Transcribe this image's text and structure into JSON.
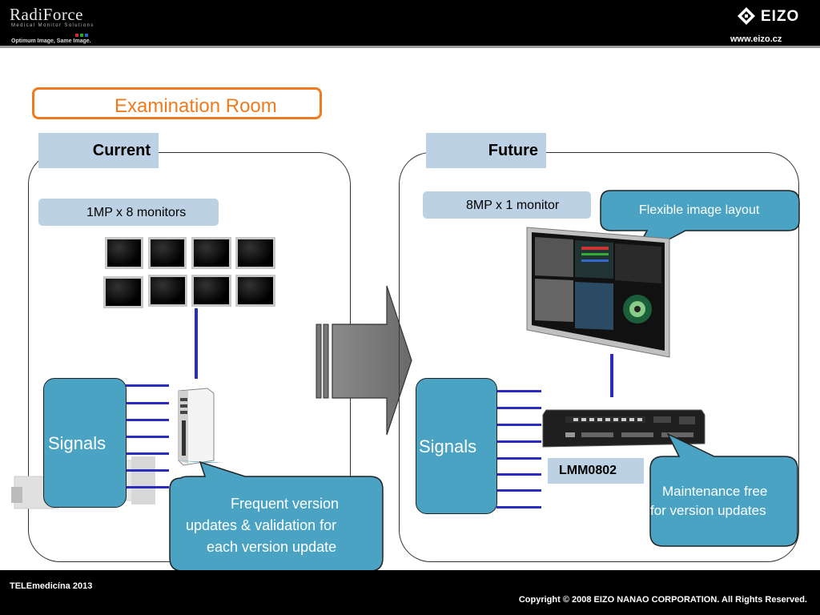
{
  "header": {
    "brand": "RadiForce",
    "brand_subtitle": "Medical Monitor Solutions",
    "tagline": "Optimum Image, Same Image.",
    "company_logo": "EIZO",
    "website": "www.eizo.cz"
  },
  "main": {
    "title": "Examination Room",
    "current": {
      "tab_label": "Current",
      "monitor_label": "1MP x 8 monitors",
      "signals_label": "Signals",
      "callout": [
        "Frequent version",
        "updates & validation for",
        "each version update"
      ]
    },
    "future": {
      "tab_label": "Future",
      "monitor_label": "8MP x 1 monitor",
      "flex_callout": "Flexible image layout",
      "signals_label": "Signals",
      "device_label": "LMM0802",
      "maintenance_callout": [
        "Maintenance free",
        "for version updates"
      ]
    }
  },
  "footer": {
    "left": "TELEmedicína 2013",
    "right": "Copyright © 2008 EIZO NANAO CORPORATION. All Rights Reserved."
  },
  "colors": {
    "accent_orange": "#f07b1e",
    "tab_blue": "#bcd2e4",
    "callout_teal": "#4aa3c2",
    "wire_blue": "#2c2cc0"
  },
  "icons": [
    "monitor-icon",
    "workstation-icon",
    "controller-box-icon",
    "arrow-right-icon"
  ]
}
